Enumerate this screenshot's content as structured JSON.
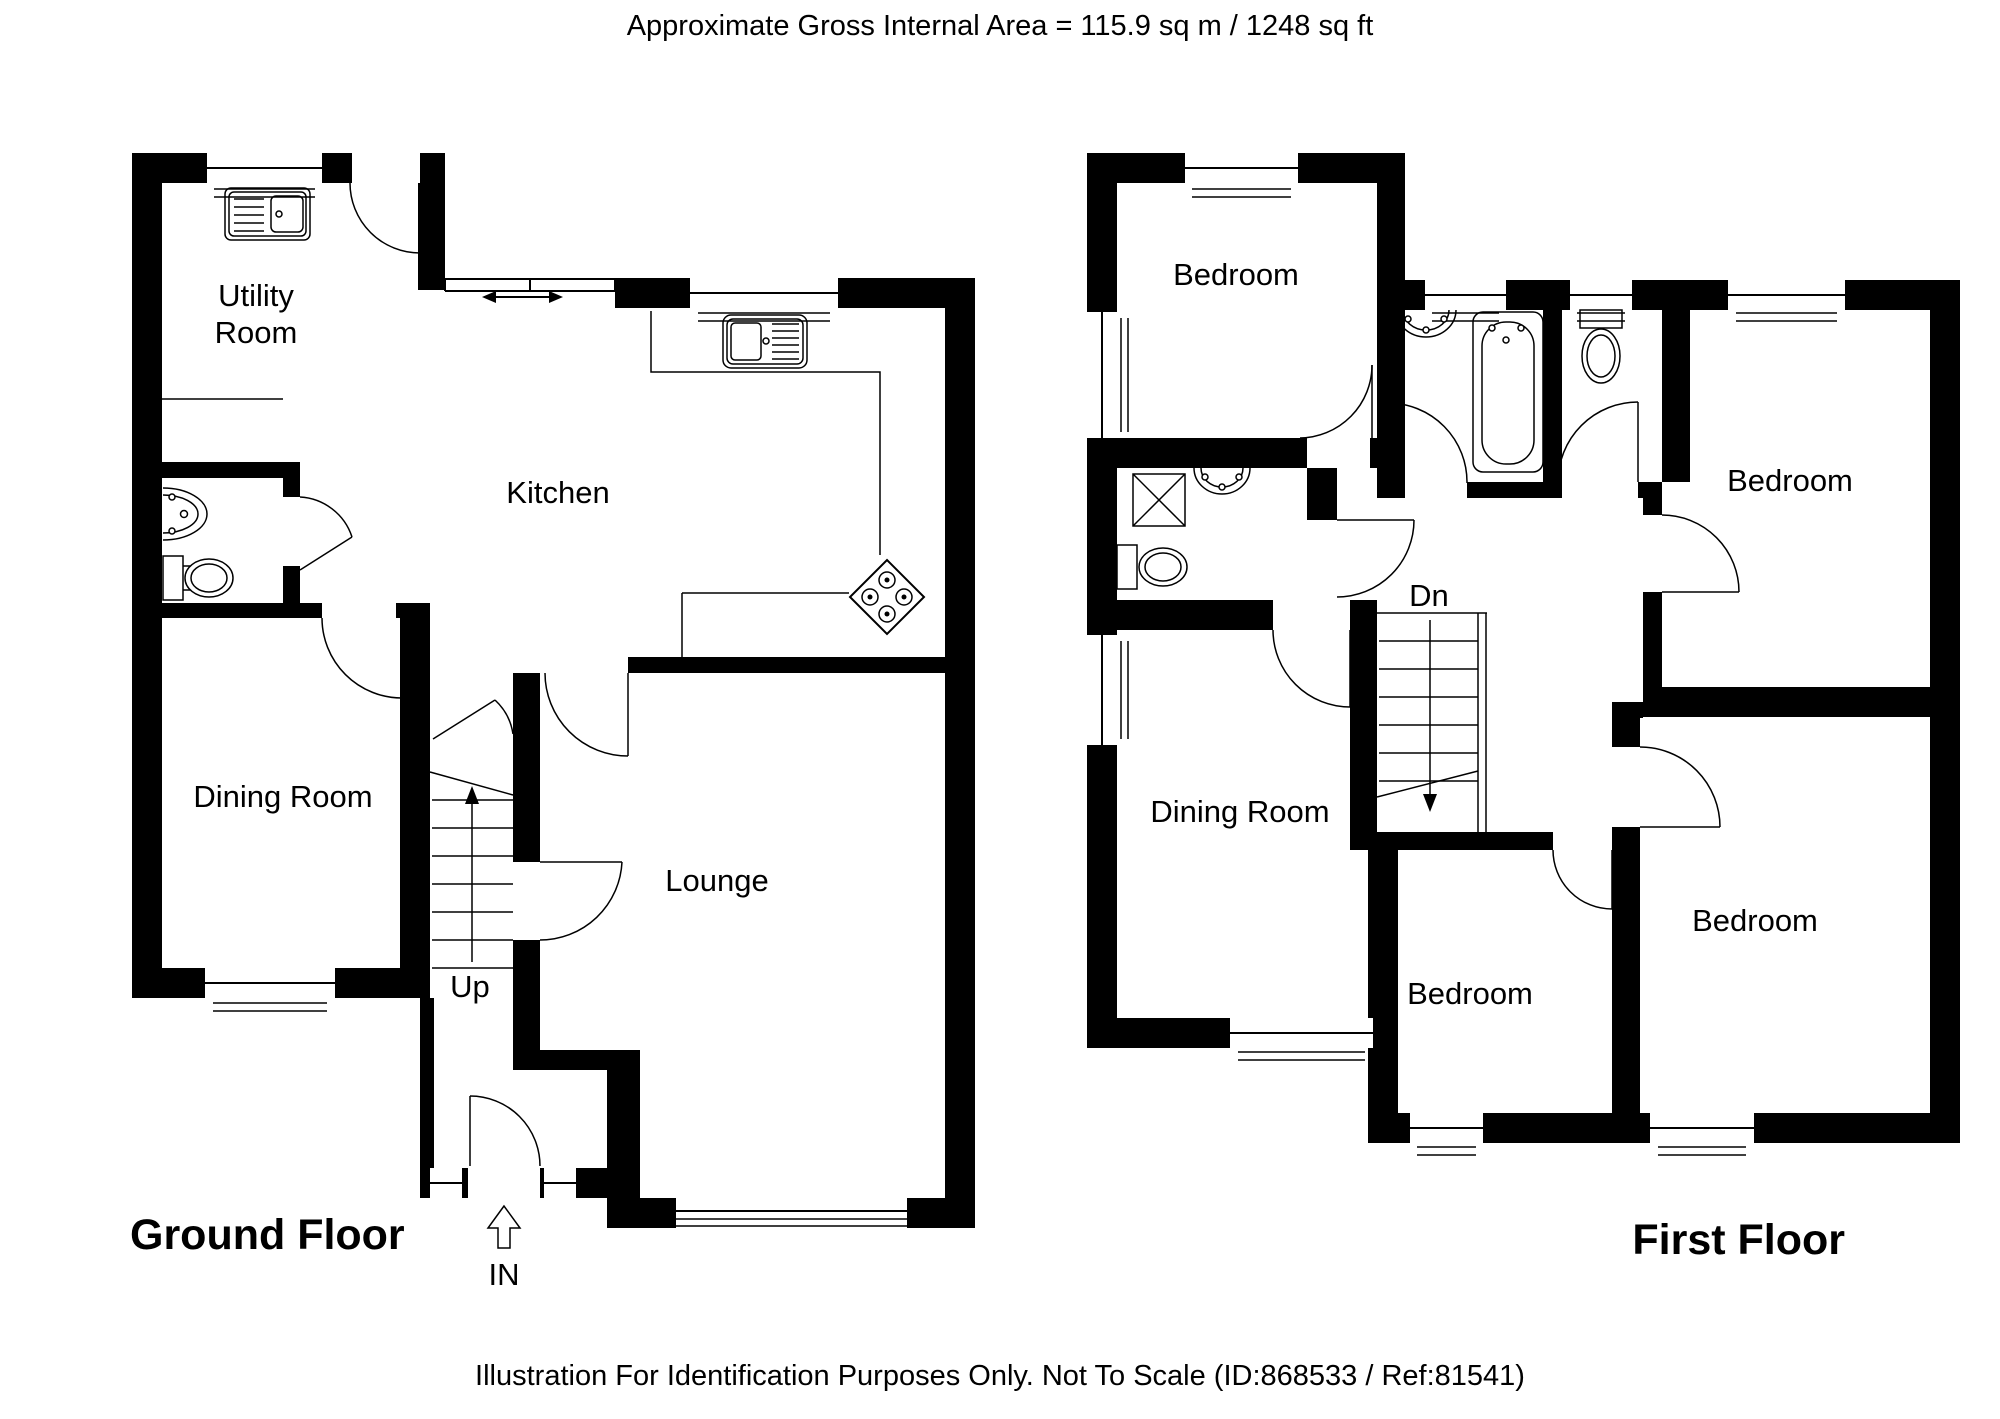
{
  "title": "Approximate Gross Internal Area = 115.9 sq m / 1248 sq ft",
  "footer": "Illustration For Identification Purposes Only. Not To Scale (ID:868533 / Ref:81541)",
  "colors": {
    "walls": "#000000",
    "lines": "#000000",
    "background": "#ffffff",
    "text": "#000000"
  },
  "floors": [
    {
      "name": "Ground Floor",
      "labels": {
        "utility_line1": "Utility",
        "utility_line2": "Room",
        "kitchen": "Kitchen",
        "dining": "Dining Room",
        "lounge": "Lounge",
        "stairs": "Up",
        "entrance": "IN"
      }
    },
    {
      "name": "First Floor",
      "labels": {
        "bedroom_top_left": "Bedroom",
        "bedroom_top_right": "Bedroom",
        "bedroom_bottom_middle": "Bedroom",
        "bedroom_bottom_right": "Bedroom",
        "dining": "Dining Room",
        "stairs": "Dn"
      }
    }
  ]
}
